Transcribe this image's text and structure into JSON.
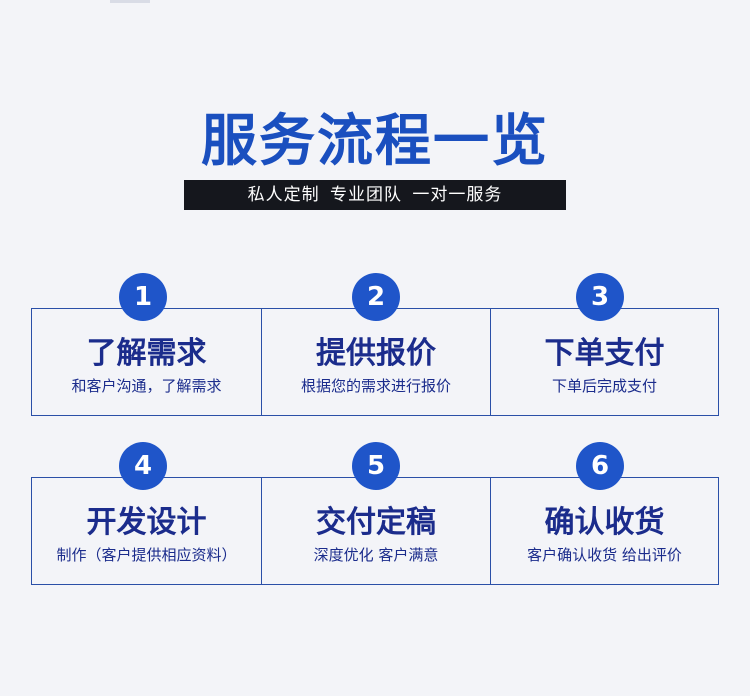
{
  "header": {
    "title": "服务流程一览",
    "subtitle": "私人定制   专业团队   一对一服务"
  },
  "steps": [
    {
      "number": "1",
      "title": "了解需求",
      "desc": "和客户沟通，了解需求"
    },
    {
      "number": "2",
      "title": "提供报价",
      "desc": "根据您的需求进行报价"
    },
    {
      "number": "3",
      "title": "下单支付",
      "desc": "下单后完成支付"
    },
    {
      "number": "4",
      "title": "开发设计",
      "desc": "制作（客户提供相应资料）"
    },
    {
      "number": "5",
      "title": "交付定稿",
      "desc": "深度优化 客户满意"
    },
    {
      "number": "6",
      "title": "确认收货",
      "desc": "客户确认收货 给出评价"
    }
  ],
  "colors": {
    "background": "#f3f4f8",
    "title_blue": "#1a4fbf",
    "badge_blue": "#1f55c9",
    "text_navy": "#1b2c8c",
    "border_blue": "#2a4fa7",
    "subtitle_bar": "#15171d"
  }
}
